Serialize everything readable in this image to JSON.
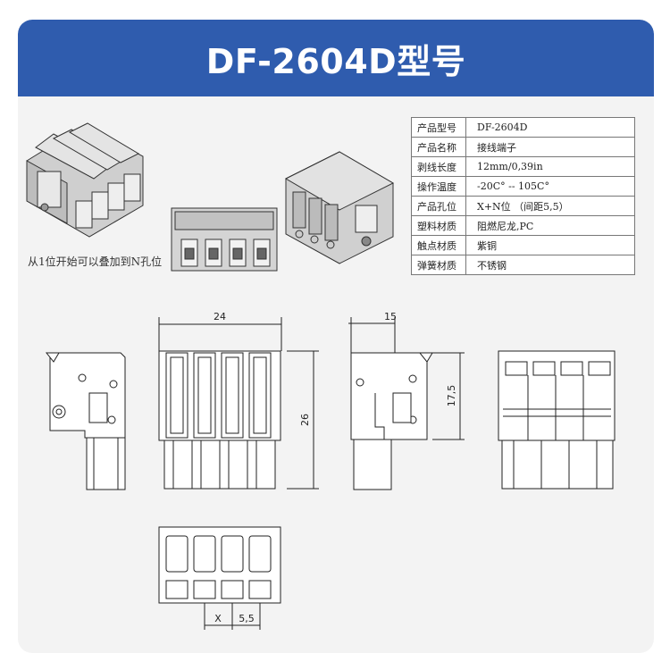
{
  "header": {
    "title": "DF-2604D型号"
  },
  "caption": "从1位开始可以叠加到N孔位",
  "spec_table": [
    {
      "key": "产品型号",
      "value": "DF-2604D"
    },
    {
      "key": "产品名称",
      "value": "接线端子"
    },
    {
      "key": "剥线长度",
      "value": "12mm/0,39in"
    },
    {
      "key": "操作温度",
      "value": "-20C° -- 105C°"
    },
    {
      "key": "产品孔位",
      "value": "X+N位  （间距5,5）"
    },
    {
      "key": "塑料材质",
      "value": "阻燃尼龙,PC"
    },
    {
      "key": "触点材质",
      "value": "紫铜"
    },
    {
      "key": "弹簧材质",
      "value": "不锈钢"
    }
  ],
  "dimensions": {
    "width": "24",
    "depth": "15",
    "height": "26",
    "height_inner": "17,5",
    "pitch_x": "X",
    "pitch": "5,5"
  },
  "colors": {
    "banner": "#2f5cae",
    "card": "#f3f3f3"
  }
}
